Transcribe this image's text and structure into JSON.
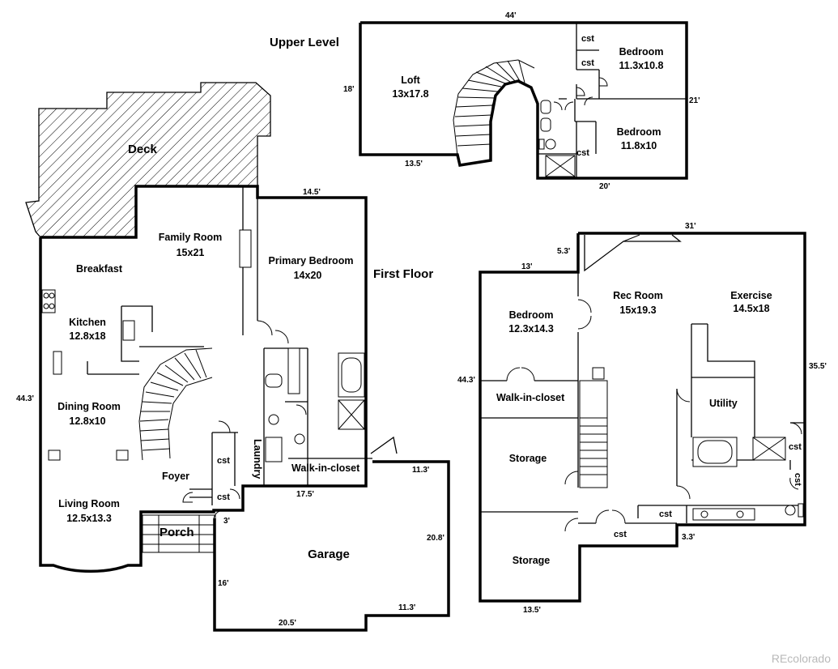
{
  "upper_level": {
    "title": "Upper Level",
    "rooms": [
      {
        "name": "Loft",
        "size": "13x17.8"
      },
      {
        "name": "Bedroom",
        "size": "11.3x10.8"
      },
      {
        "name": "Bedroom",
        "size": "11.8x10"
      }
    ],
    "closets": [
      "cst",
      "cst",
      "cst"
    ],
    "dims": {
      "top": "44'",
      "left": "18'",
      "bottom_left": "13.5'",
      "right": "21'",
      "bottom_right": "20'"
    }
  },
  "first_floor": {
    "title": "First Floor",
    "rooms": [
      {
        "name": "Deck"
      },
      {
        "name": "Family Room",
        "size": "15x21"
      },
      {
        "name": "Primary Bedroom",
        "size": "14x20"
      },
      {
        "name": "Breakfast"
      },
      {
        "name": "Kitchen",
        "size": "12.8x18"
      },
      {
        "name": "Dining Room",
        "size": "12.8x10"
      },
      {
        "name": "Foyer"
      },
      {
        "name": "Living Room",
        "size": "12.5x13.3"
      },
      {
        "name": "Porch"
      },
      {
        "name": "Laundry"
      },
      {
        "name": "Walk-in-closet"
      },
      {
        "name": "Garage"
      }
    ],
    "closets": [
      "cst",
      "cst"
    ],
    "dims": {
      "top": "14.5'",
      "left": "44.3'",
      "closet_bottom": "17.5'",
      "porch": "3'",
      "garage_top": "11.3'",
      "garage_right": "20.8'",
      "garage_left": "16'",
      "garage_inner": "11.3'",
      "garage_bottom": "20.5'"
    }
  },
  "lower_level": {
    "rooms": [
      {
        "name": "Bedroom",
        "size": "12.3x14.3"
      },
      {
        "name": "Rec Room",
        "size": "15x19.3"
      },
      {
        "name": "Exercise",
        "size": "14.5x18"
      },
      {
        "name": "Walk-in-closet"
      },
      {
        "name": "Utility"
      },
      {
        "name": "Storage"
      },
      {
        "name": "Storage"
      }
    ],
    "closets": [
      "cst",
      "cst",
      "cst",
      "cst"
    ],
    "dims": {
      "top": "31'",
      "left_top": "5.3'",
      "top_left": "13'",
      "left": "44.3'",
      "right": "35.5'",
      "bottom_right": "3.3'",
      "bottom": "13.5'"
    }
  },
  "watermark": "REcolorado"
}
